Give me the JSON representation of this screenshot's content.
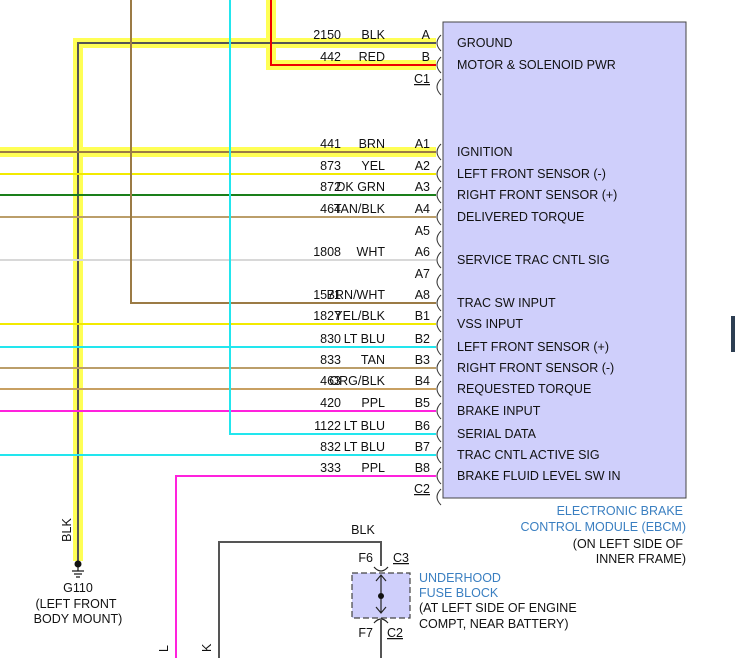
{
  "module": {
    "name_line1": "ELECTRONIC BRAKE",
    "name_line2": "CONTROL MODULE (EBCM)",
    "location_line1": "(ON LEFT SIDE OF",
    "location_line2": "INNER FRAME)",
    "fill": "#cfcffb"
  },
  "pins": [
    {
      "circuit": "2150",
      "color": "BLK",
      "pin": "A",
      "function": "GROUND"
    },
    {
      "circuit": "442",
      "color": "RED",
      "pin": "B",
      "function": "MOTOR & SOLENOID PWR"
    },
    {
      "circuit": "",
      "color": "",
      "pin": "C1",
      "function": ""
    },
    {
      "circuit": "441",
      "color": "BRN",
      "pin": "A1",
      "function": "IGNITION"
    },
    {
      "circuit": "873",
      "color": "YEL",
      "pin": "A2",
      "function": "LEFT FRONT SENSOR (-)"
    },
    {
      "circuit": "872",
      "color": "DK GRN",
      "pin": "A3",
      "function": "RIGHT FRONT SENSOR (+)"
    },
    {
      "circuit": "464",
      "color": "TAN/BLK",
      "pin": "A4",
      "function": "DELIVERED TORQUE"
    },
    {
      "circuit": "",
      "color": "",
      "pin": "A5",
      "function": ""
    },
    {
      "circuit": "1808",
      "color": "WHT",
      "pin": "A6",
      "function": "SERVICE TRAC CNTL SIG"
    },
    {
      "circuit": "",
      "color": "",
      "pin": "A7",
      "function": ""
    },
    {
      "circuit": "1571",
      "color": "BRN/WHT",
      "pin": "A8",
      "function": "TRAC SW INPUT"
    },
    {
      "circuit": "1827",
      "color": "YEL/BLK",
      "pin": "B1",
      "function": "VSS INPUT"
    },
    {
      "circuit": "830",
      "color": "LT BLU",
      "pin": "B2",
      "function": "LEFT FRONT SENSOR (+)"
    },
    {
      "circuit": "833",
      "color": "TAN",
      "pin": "B3",
      "function": "RIGHT FRONT SENSOR (-)"
    },
    {
      "circuit": "463",
      "color": "ORG/BLK",
      "pin": "B4",
      "function": "REQUESTED TORQUE"
    },
    {
      "circuit": "420",
      "color": "PPL",
      "pin": "B5",
      "function": "BRAKE INPUT"
    },
    {
      "circuit": "1122",
      "color": "LT BLU",
      "pin": "B6",
      "function": "SERIAL DATA"
    },
    {
      "circuit": "832",
      "color": "LT BLU",
      "pin": "B7",
      "function": "TRAC CNTL ACTIVE SIG"
    },
    {
      "circuit": "333",
      "color": "PPL",
      "pin": "B8",
      "function": "BRAKE FLUID LEVEL SW IN"
    },
    {
      "circuit": "",
      "color": "",
      "pin": "C2",
      "function": ""
    }
  ],
  "ground": {
    "wire_label": "BLK",
    "name": "G110",
    "location_line1": "(LEFT FRONT",
    "location_line2": "BODY MOUNT)"
  },
  "fuse_block": {
    "wire_label": "BLK",
    "pin_top": "F6",
    "connector_top": "C3",
    "pin_bottom": "F7",
    "connector_bottom": "C2",
    "name_line1": "UNDERHOOD",
    "name_line2": "FUSE BLOCK",
    "location_line1": "(AT LEFT SIDE OF ENGINE",
    "location_line2": "COMPT, NEAR BATTERY)"
  },
  "edge_labels": {
    "left": "L",
    "right": "K"
  },
  "colors": {
    "highlight": "#ffff55",
    "blk": "#555555",
    "red": "#ee0000",
    "brn": "#9b7b45",
    "yel": "#f2ea00",
    "dk_grn": "#1a7f1a",
    "tan": "#bb9e6a",
    "wht": "#d8d8d8",
    "lt_blu": "#22e6ee",
    "ppl": "#ff22dd",
    "org": "#c8a062",
    "label_blue": "#3a7fc1"
  }
}
